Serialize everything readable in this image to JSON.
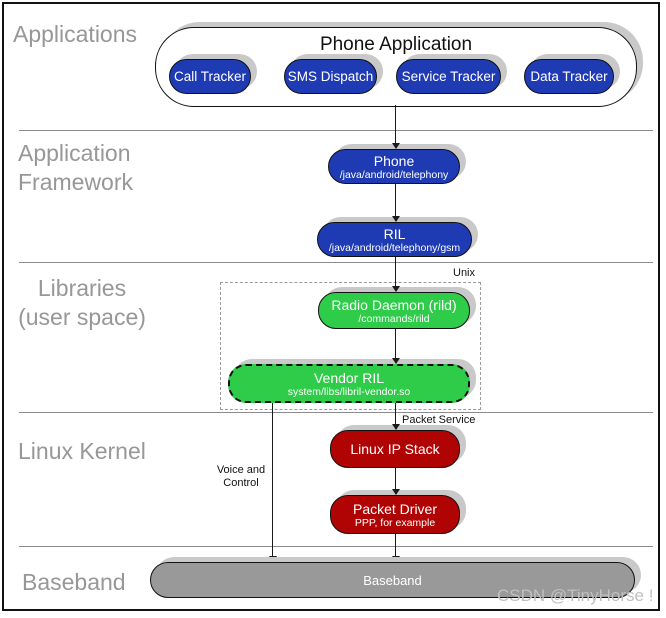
{
  "layer_labels": {
    "applications": "Applications",
    "framework_line1": "Application",
    "framework_line2": "Framework",
    "libraries_line1": "Libraries",
    "libraries_line2": "(user space)",
    "kernel": "Linux Kernel",
    "baseband": "Baseband"
  },
  "applications": {
    "container_title": "Phone Application",
    "apps": [
      {
        "label": "Call Tracker"
      },
      {
        "label": "SMS Dispatch"
      },
      {
        "label": "Service Tracker"
      },
      {
        "label": "Data Tracker"
      }
    ]
  },
  "framework": {
    "phone": {
      "title": "Phone",
      "path": "/java/android/telephony"
    },
    "ril": {
      "title": "RIL",
      "path": "/java/android/telephony/gsm"
    }
  },
  "libraries": {
    "unix_label": "Unix",
    "radio_daemon": {
      "title": "Radio Daemon (rild)",
      "path": "/commands/rild"
    },
    "vendor_ril": {
      "title": "Vendor RIL",
      "path": "system/libs/libril-vendor.so"
    }
  },
  "kernel": {
    "ip_stack": {
      "title": "Linux IP Stack"
    },
    "packet_driver": {
      "title": "Packet Driver",
      "path": "PPP, for example"
    }
  },
  "baseband_bar": {
    "label": "Baseband"
  },
  "annotations": {
    "voice_control_line1": "Voice and",
    "voice_control_line2": "Control",
    "packet_service": "Packet Service"
  },
  "watermark": "CSDN @TinyHorse !",
  "colors": {
    "app_blue": "#1f3bb3",
    "lib_green": "#2ecc49",
    "kernel_red": "#b00404",
    "baseband_gray": "#999999",
    "label_gray": "#979797",
    "shadow_gray": "#c9c9c9"
  }
}
